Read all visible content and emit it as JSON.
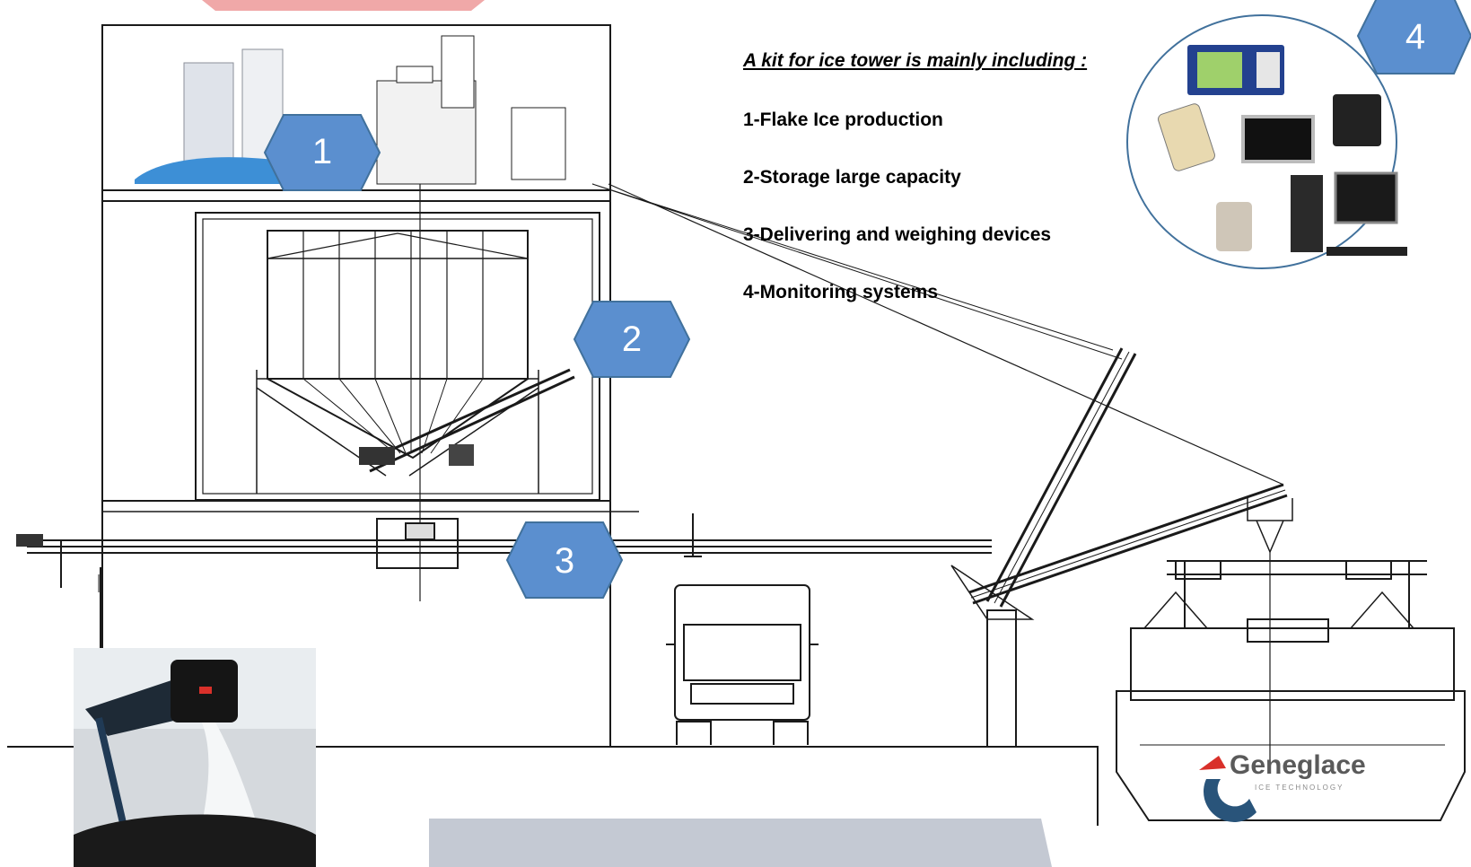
{
  "kit": {
    "title": "A kit for ice tower is mainly including :",
    "items": [
      "1-Flake Ice production",
      "2-Storage large capacity",
      "3-Delivering and weighing devices",
      "4-Monitoring systems"
    ]
  },
  "callouts": [
    "1",
    "2",
    "3",
    "4"
  ],
  "brand": {
    "name": "Geneglace",
    "tagline": "ICE TECHNOLOGY"
  },
  "colors": {
    "callout_fill": "#5b8fcf",
    "callout_stroke": "#41719c",
    "line": "#1a1a1a",
    "top_bar": "#f0a8a8",
    "bottom_bar": "#c4c9d3",
    "ice_blue": "#3d8fd6",
    "brand_red": "#d9302a"
  }
}
